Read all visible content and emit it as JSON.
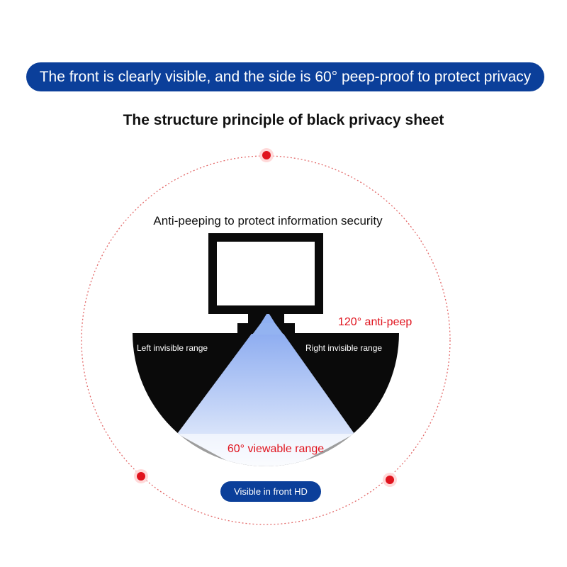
{
  "banner": {
    "text": "The front is clearly visible, and the side is 60° peep-proof to protect privacy"
  },
  "title": "The structure principle of black privacy sheet",
  "diagram": {
    "top_caption": "Anti-peeping to protect information security",
    "left_label": "Left invisible range",
    "right_label": "Right invisible range",
    "anti_peep_label": "120° anti-peep",
    "viewable_label": "60° viewable range"
  },
  "badge": {
    "text": "Visible in front HD"
  },
  "colors": {
    "banner_bg": "#0b3f9a",
    "accent_red": "#e0141e",
    "circle_dash": "#e36a6a",
    "sector_black": "#0a0a0a",
    "view_blue": "#8fb0f2"
  }
}
